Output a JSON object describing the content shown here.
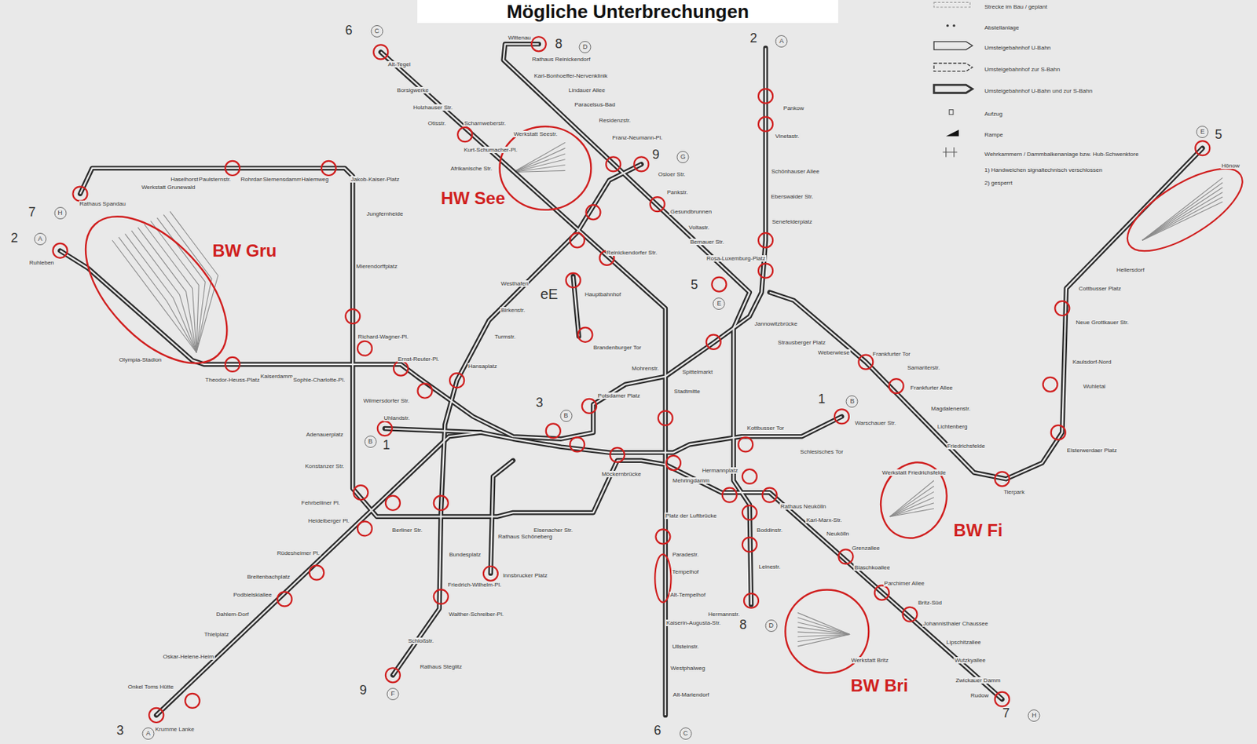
{
  "diagram": {
    "title": "Mögliche Unterbrechungen",
    "nodes": [
      {
        "text": [
          "BW Gru"
        ]
      },
      {
        "text": [
          "HW See"
        ]
      },
      {
        "text": [
          "BW Fi"
        ]
      },
      {
        "text": [
          "BW Bri"
        ]
      }
    ],
    "labels": [
      "6",
      "C",
      "8",
      "D",
      "2",
      "A",
      "9",
      "G",
      "5",
      "E",
      "7",
      "H",
      "2",
      "A",
      "5",
      "E",
      "eE",
      "3",
      "B",
      "1",
      "B",
      "1",
      "B",
      "8",
      "D",
      "9",
      "F",
      "6",
      "C",
      "3",
      "A",
      "7",
      "H",
      "Werkstatt Grunewald",
      "Werkstatt Seestr.",
      "Werkstatt Friedrichsfelde",
      "Werkstatt Britz",
      "Rathaus Spandau",
      "Haselhorst",
      "Paulsternstr.",
      "Rohrdamm",
      "Siemensdamm",
      "Halemweg",
      "Jakob-Kaiser-Platz",
      "Jungfernheide",
      "Mierendorffplatz",
      "Richard-Wagner-Pl.",
      "Ruhleben",
      "Olympia-Stadion",
      "Theodor-Heuss-Platz",
      "Kaiserdamm",
      "Sophie-Charlotte-Pl.",
      "Ernst-Reuter-Pl.",
      "Alt-Tegel",
      "Borsigwerke",
      "Holzhauser Str.",
      "Otisstr.",
      "Scharnweberstr.",
      "Kurt-Schumacher-Pl.",
      "Afrikanische Str.",
      "Wittenau",
      "Rathaus Reinickendorf",
      "Karl-Bonhoeffer-Nervenklinik",
      "Lindauer Allee",
      "Paracelsus-Bad",
      "Residenzstr.",
      "Franz-Neumann-Pl.",
      "Osloer Str.",
      "Pankstr.",
      "Gesundbrunnen",
      "Voltastr.",
      "Bernauer Str.",
      "Rosa-Luxemburg-Platz",
      "Pankow",
      "Vinetastr.",
      "Schönhauser Allee",
      "Eberswalder Str.",
      "Senefelderplatz",
      "Strausberger Platz",
      "Weberwiese",
      "Frankfurter Tor",
      "Samariterstr.",
      "Frankfurter Allee",
      "Magdalenenstr.",
      "Lichtenberg",
      "Friedrichsfelde",
      "Tierpark",
      "Elsterwerdaer Platz",
      "Wuhletal",
      "Kaulsdorf-Nord",
      "Neue Grottkauer Str.",
      "Cottbusser Platz",
      "Hellersdorf",
      "Hönow",
      "Warschauer Str.",
      "Schlesisches Tor",
      "Kottbusser Tor",
      "Möckernbrücke",
      "Mehringdamm",
      "Platz der Luftbrücke",
      "Paradestr.",
      "Tempelhof",
      "Alt-Tempelhof",
      "Kaiserin-Augusta-Str.",
      "Ullsteinstr.",
      "Westphalweg",
      "Alt-Mariendorf",
      "Hermannplatz",
      "Rathaus Neukölln",
      "Karl-Marx-Str.",
      "Neukölln",
      "Grenzallee",
      "Blaschkoallee",
      "Parchimer Allee",
      "Britz-Süd",
      "Johannisthaler Chaussee",
      "Lipschitzallee",
      "Wutzkyallee",
      "Zwickauer Damm",
      "Rudow",
      "Boddinstr.",
      "Leinestr.",
      "Hermannstr.",
      "Krumme Lanke",
      "Onkel Toms Hütte",
      "Oskar-Helene-Heim",
      "Thielplatz",
      "Dahlem-Dorf",
      "Podbielskiallee",
      "Breitenbachplatz",
      "Rüdesheimer Pl.",
      "Heidelberger Pl.",
      "Fehrbelliner Pl.",
      "Konstanzer Str.",
      "Wilmersdorfer Str.",
      "Adenauerplatz",
      "Uhlandstr.",
      "Potsdamer Platz",
      "Mohrenstr.",
      "Stadtmitte",
      "Spittelmarkt",
      "Jannowitzbrücke",
      "Hauptbahnhof",
      "Brandenburger Tor",
      "Reinickendorfer Str.",
      "Westhafen",
      "Birkenstr.",
      "Turmstr.",
      "Hansaplatz",
      "Bundesplatz",
      "Friedrich-Wilhelm-Pl.",
      "Walther-Schreiber-Pl.",
      "Schloßstr.",
      "Rathaus Steglitz",
      "Innsbrucker Platz",
      "Rathaus Schöneberg",
      "Eisenacher Str.",
      "Berliner Str."
    ],
    "legend": [
      {
        "text": "Strecke im Bau / geplant"
      },
      {
        "text": "Abstellanlage"
      },
      {
        "text": "Umsteigebahnhof U-Bahn"
      },
      {
        "text": "Umsteigebahnhof zur S-Bahn"
      },
      {
        "text": "Umsteigebahnhof U-Bahn und zur S-Bahn"
      },
      {
        "text": "Aufzug"
      },
      {
        "text": "Rampe"
      },
      {
        "text": "Wehrkammern / Dammbalkenanlage bzw. Hub-Schwenktore"
      },
      {
        "text": "1) Handweichen signaltechnisch verschlossen"
      },
      {
        "text": "2) gesperrt"
      }
    ]
  }
}
